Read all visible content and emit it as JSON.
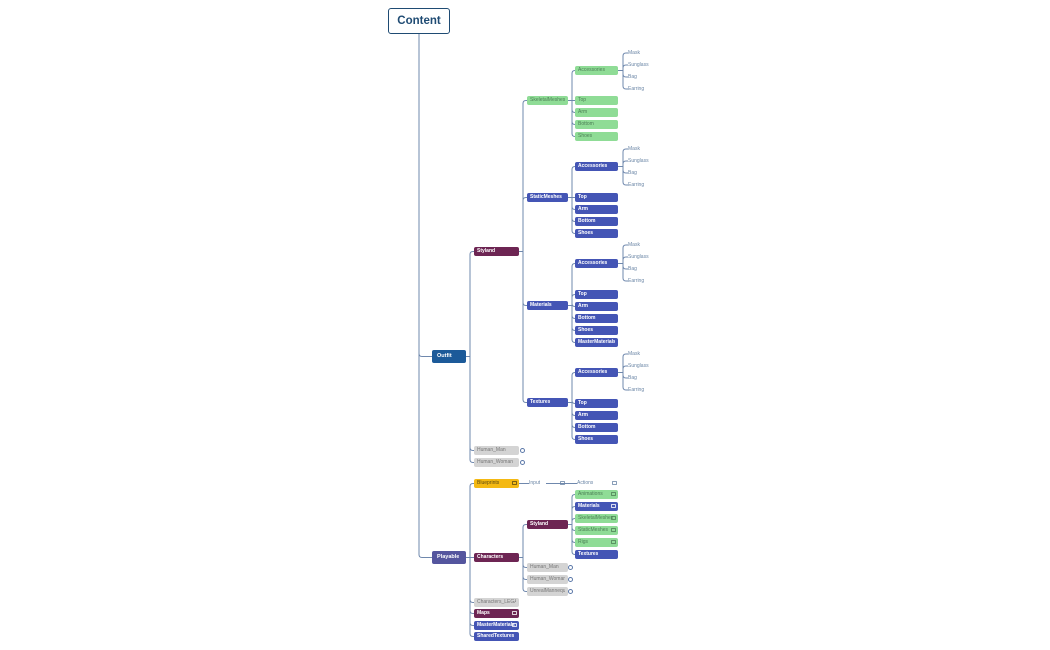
{
  "colors": {
    "root_border": "#1f4b73",
    "outfit": "#1c5a99",
    "playable": "#54559e",
    "maroon": "#6d2553",
    "blue": "#4455b5",
    "green": "#8fdc96",
    "gray": "#d4d4d4",
    "yellow": "#f4b913",
    "link": "#6f88ad"
  },
  "diagram": {
    "root": "Content",
    "outfit": {
      "label": "Outfit",
      "styland": {
        "label": "Styland",
        "skeletal_meshes": {
          "label": "SkeletalMeshes",
          "accessories": "Accessories",
          "accessory_items": [
            "Mask",
            "Sunglass",
            "Bag",
            "Earring"
          ],
          "parts": [
            "Top",
            "Arm",
            "Bottom",
            "Shoes"
          ]
        },
        "static_meshes": {
          "label": "StaticMeshes",
          "accessories": "Accessories",
          "accessory_items": [
            "Mask",
            "Sunglass",
            "Bag",
            "Earring"
          ],
          "parts": [
            "Top",
            "Arm",
            "Bottom",
            "Shoes"
          ]
        },
        "materials": {
          "label": "Materials",
          "accessories": "Accessories",
          "accessory_items": [
            "Mask",
            "Sunglass",
            "Bag",
            "Earring"
          ],
          "parts": [
            "Top",
            "Arm",
            "Bottom",
            "Shoes",
            "MasterMaterials"
          ]
        },
        "textures": {
          "label": "Textures",
          "accessories": "Accessories",
          "accessory_items": [
            "Mask",
            "Sunglass",
            "Bag",
            "Earring"
          ],
          "parts": [
            "Top",
            "Arm",
            "Bottom",
            "Shoes"
          ]
        }
      },
      "human_man": "Human_Man",
      "human_woman": "Human_Woman"
    },
    "playable": {
      "label": "Playable",
      "blueprints": "Blueprints",
      "input": "Input",
      "actions": "Actions",
      "characters": {
        "label": "Characters",
        "styland": {
          "label": "Styland",
          "items": [
            "Animations",
            "Materials",
            "SkeletalMeshes",
            "StaticMeshes",
            "Rigs",
            "Textures"
          ]
        },
        "human_man": "Human_Man",
        "human_woman": "Human_Woman",
        "unreal_mannequin": "UnrealMannequin"
      },
      "characters_legacy": "Characters_LEGACY",
      "maps": "Maps",
      "master_materials": "MasterMaterials",
      "shared_textures": "SharedTextures"
    }
  }
}
